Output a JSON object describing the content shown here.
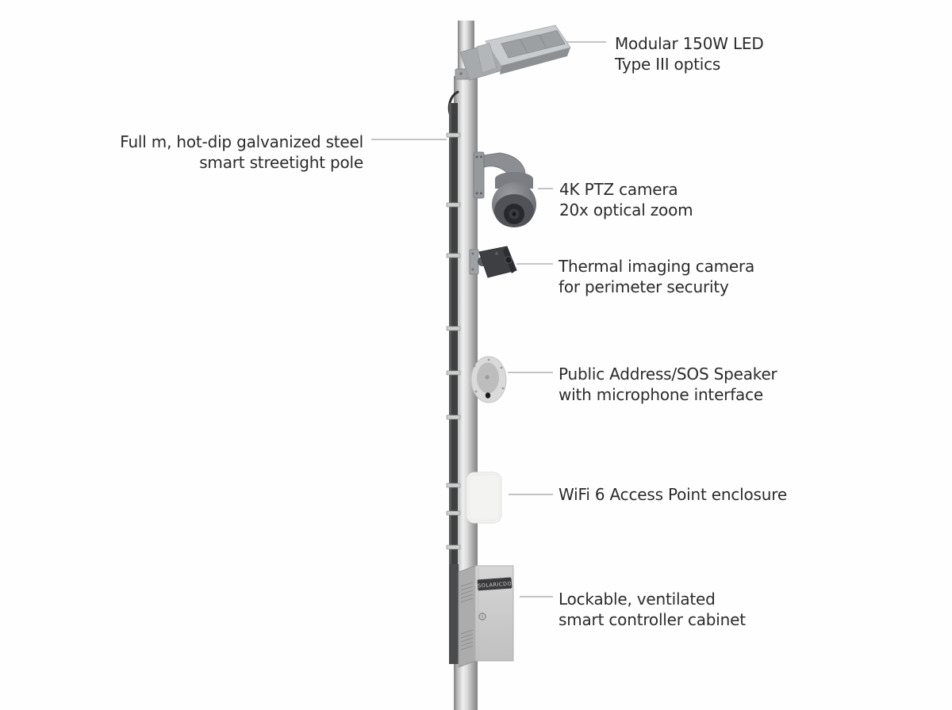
{
  "diagram": {
    "type": "annotated-product-diagram",
    "subject": "smart streetlight pole with integrated devices"
  },
  "labels": {
    "led": {
      "lines": [
        "Modular 150W LED",
        "Type III optics"
      ]
    },
    "pole": {
      "lines": [
        "Full m, hot-dip galvanized steel",
        "smart streetight pole"
      ]
    },
    "ptz": {
      "lines": [
        "4K PTZ camera",
        "20x optical zoom"
      ]
    },
    "thermal": {
      "lines": [
        "Thermal imaging camera",
        "for perimeter security"
      ]
    },
    "speaker": {
      "lines": [
        "Public Address/SOS Speaker",
        "with microphone interface"
      ]
    },
    "wifi": {
      "lines": [
        "WiFi 6 Access Point enclosure"
      ]
    },
    "cabinet": {
      "lines": [
        "Lockable, ventilated",
        "smart controller cabinet"
      ]
    }
  },
  "cabinet_badge": "SOLARICDO",
  "colors": {
    "background": "#fefefe",
    "label_text": "#2b2b2b",
    "leader_line": "#b0b0b0",
    "pole_highlight": "#efefef",
    "pole_shadow": "#7d7d7d",
    "raceway": "#3f4041",
    "device_dark": "#3d3f43",
    "cabinet_body": "#cdcdcd",
    "wifi_enclosure": "#f3f3f1"
  }
}
